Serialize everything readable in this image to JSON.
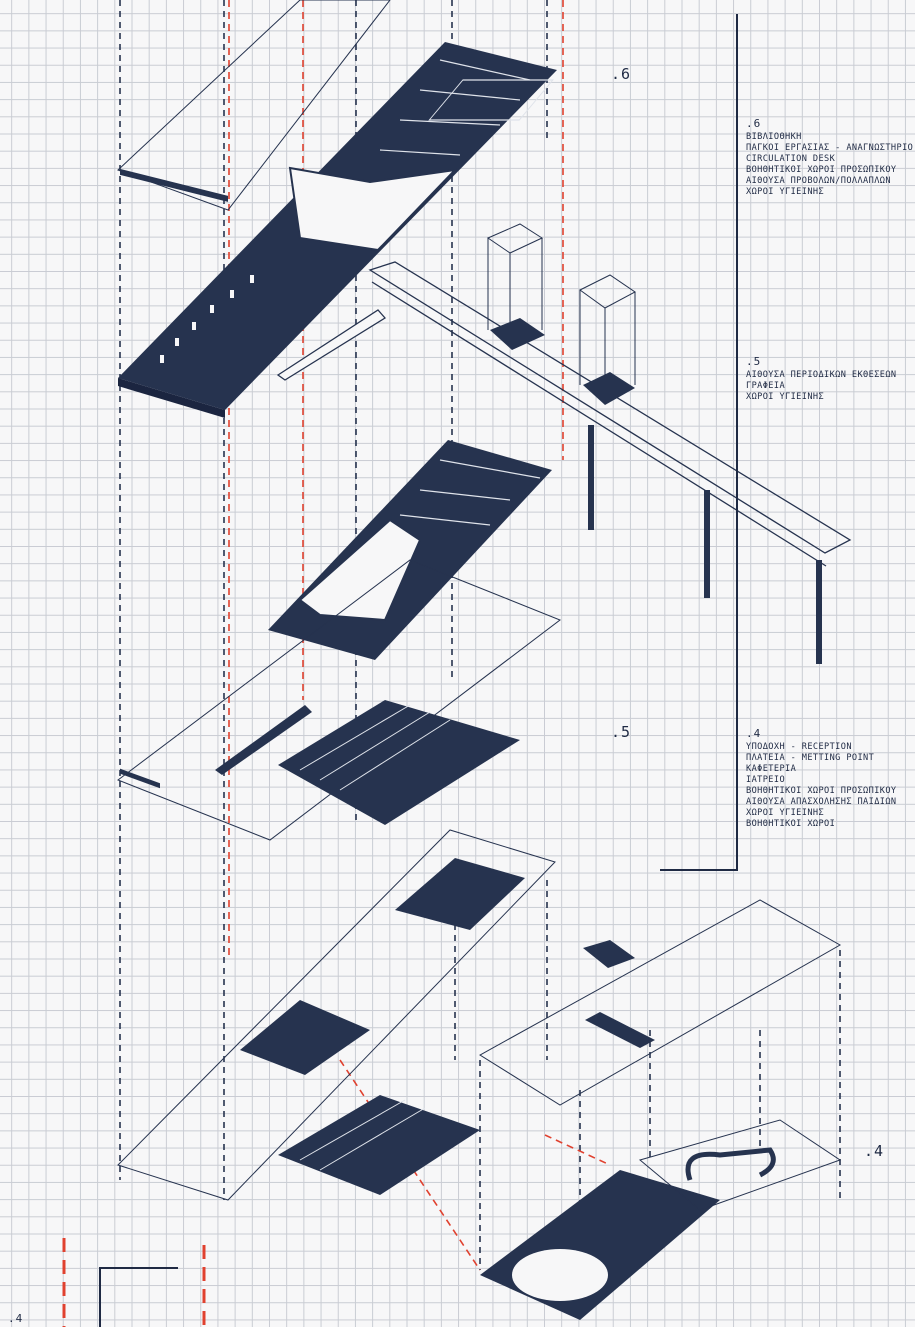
{
  "colors": {
    "navy": "#26334f",
    "red": "#e0412f",
    "grid": "#c9ccd3",
    "paper": "#f7f7f8"
  },
  "levels": {
    "lvl6": ".6",
    "lvl5": ".5",
    "lvl4": ".4",
    "lvl4_corner": ".4"
  },
  "legend": {
    "l6": {
      "heading": ".6",
      "lines": [
        "ΒΙΒΛΙΟΘΗΚΗ",
        "ΠΑΓΚΟΙ ΕΡΓΑΣΙΑΣ - ΑΝΑΓΝΩΣΤΗΡΙΟ",
        "CIRCULATION DESK",
        "ΒΟΗΘΗΤΙΚΟΙ ΧΩΡΟΙ ΠΡΟΣΩΠΙΚΟΥ",
        "ΑΙΘΟΥΣΑ ΠΡΟΒΟΛΩΝ/ΠΟΛΛΑΠΛΩΝ",
        "ΧΩΡΟΙ ΥΓΙΕΙΝΗΣ"
      ]
    },
    "l5": {
      "heading": ".5",
      "lines": [
        "ΑΙΘΟΥΣΑ ΠΕΡΙΟΔΙΚΩΝ ΕΚΘΕΣΕΩΝ",
        "ΓΡΑΦΕΙΑ",
        "ΧΩΡΟΙ ΥΓΙΕΙΝΗΣ"
      ]
    },
    "l4": {
      "heading": ".4",
      "lines": [
        "ΥΠΟΔΟΧΗ - RECEPTION",
        "ΠΛΑΤΕΙΑ - METTING POINT",
        "ΚΑΦΕΤΕΡΙΑ",
        "ΙΑΤΡΕΙΟ",
        "ΒΟΗΘΗΤΙΚΟΙ ΧΩΡΟΙ ΠΡΟΣΩΠΙΚΟΥ",
        "ΑΙΘΟΥΣΑ ΑΠΑΣΧΟΛΗΣΗΣ ΠΑΙΔΙΩΝ",
        "ΧΩΡΟΙ ΥΓΙΕΙΝΗΣ",
        "ΒΟΗΘΗΤΙΚΟΙ ΧΩΡΟΙ"
      ]
    }
  }
}
